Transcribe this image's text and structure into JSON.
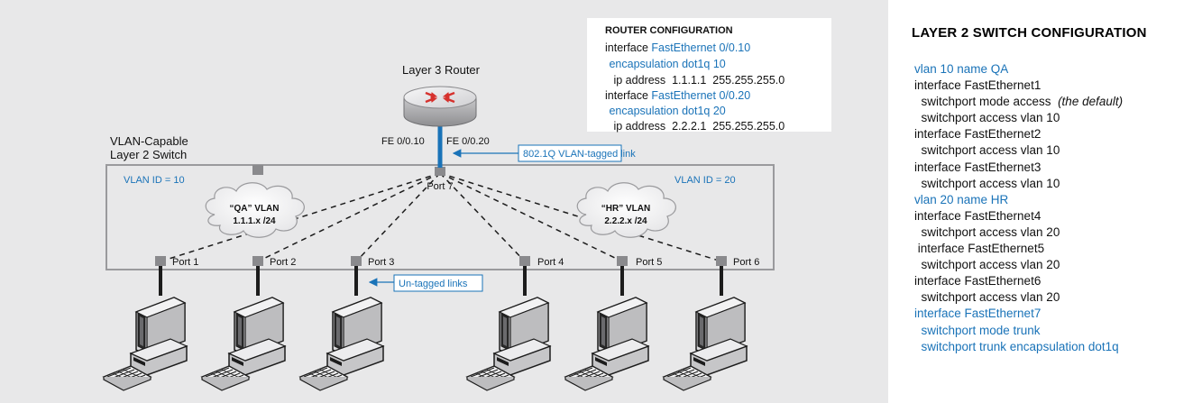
{
  "router": {
    "label": "Layer 3 Router",
    "config_title": "ROUTER CONFIGURATION",
    "config_lines": [
      {
        "prefix": "interface ",
        "highlight": "FastEthernet 0/0.10"
      },
      {
        "prefix": "",
        "highlight": " encapsulation dot1q 10"
      },
      {
        "prefix": " ip address  1.1.1.1  255.255.255.0",
        "highlight": ""
      },
      {
        "prefix": "interface ",
        "highlight": "FastEthernet 0/0.20"
      },
      {
        "prefix": "",
        "highlight": " encapsulation dot1q 20"
      },
      {
        "prefix": " ip address  2.2.2.1  255.255.255.0",
        "highlight": ""
      }
    ],
    "subif_left": "FE 0/0.10",
    "subif_right": "FE 0/0.20"
  },
  "trunk_link_label": "802.1Q VLAN-tagged link",
  "switch": {
    "label_line1": "VLAN-Capable",
    "label_line2": "Layer 2 Switch",
    "vlan_left": "VLAN ID = 10",
    "vlan_right": "VLAN ID = 20",
    "uplink_port": "Port 7",
    "ports": [
      "Port 1",
      "Port 2",
      "Port 3",
      "Port 4",
      "Port 5",
      "Port 6"
    ]
  },
  "clouds": [
    {
      "name": "“QA” VLAN",
      "subnet": "1.1.1.x /24"
    },
    {
      "name": "“HR” VLAN",
      "subnet": "2.2.2.x /24"
    }
  ],
  "untagged_label": "Un-tagged links",
  "colors": {
    "accent": "#1a73b8",
    "diagram_bg": "#e8e8e9",
    "router_red": "#d6312d"
  },
  "switch_config": {
    "title": "LAYER 2 SWITCH CONFIGURATION",
    "lines": [
      {
        "text": "vlan 10 name QA",
        "blue": true
      },
      {
        "text": "interface FastEthernet1",
        "blue": false
      },
      {
        "text": "  switchport mode access  ",
        "note": "(the default)",
        "blue": false
      },
      {
        "text": "  switchport access vlan 10",
        "blue": false
      },
      {
        "text": "interface FastEthernet2",
        "blue": false
      },
      {
        "text": "  switchport access vlan 10",
        "blue": false
      },
      {
        "text": "interface FastEthernet3",
        "blue": false
      },
      {
        "text": "  switchport access vlan 10",
        "blue": false
      },
      {
        "text": "vlan 20 name HR",
        "blue": true
      },
      {
        "text": "interface FastEthernet4",
        "blue": false
      },
      {
        "text": "  switchport access vlan 20",
        "blue": false
      },
      {
        "text": " interface FastEthernet5",
        "blue": false
      },
      {
        "text": "  switchport access vlan 20",
        "blue": false
      },
      {
        "text": "interface FastEthernet6",
        "blue": false
      },
      {
        "text": "  switchport access vlan 20",
        "blue": false
      },
      {
        "text": "interface FastEthernet7",
        "blue": true
      },
      {
        "text": "  switchport mode trunk",
        "blue": true
      },
      {
        "text": "  switchport trunk encapsulation dot1q",
        "blue": true
      }
    ]
  }
}
